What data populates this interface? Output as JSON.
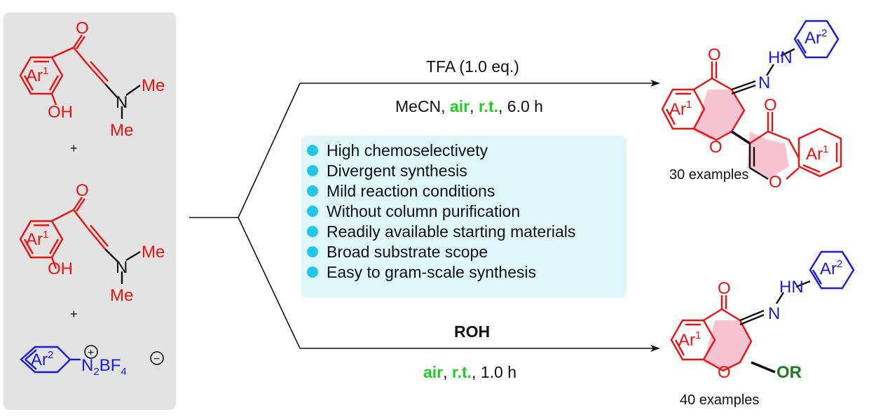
{
  "reactants": {
    "ar1_label": "Ar",
    "ar1_sup": "1",
    "oxo": "O",
    "hydroxy": "OH",
    "nitrogen": "N",
    "methyl": "Me",
    "plus": "+",
    "ar2_label": "Ar",
    "ar2_sup": "2",
    "diazo_n": "N",
    "diazo_sub": "2",
    "diazo_bf": "BF",
    "diazo_sub4": "4",
    "plus_charge": "+",
    "minus_charge": "−"
  },
  "top_route": {
    "reagent": "TFA (1.0 eq.)",
    "solvent": "MeCN,",
    "air": "air",
    "comma1": ",",
    "rt": "r.t.",
    "time": ", 6.0 h",
    "examples": "30 examples"
  },
  "bottom_route": {
    "reagent": "ROH",
    "air": "air",
    "comma1": ",",
    "rt": "r.t.",
    "time": ", 1.0 h",
    "examples": "40 examples",
    "or_group": "OR"
  },
  "product_labels": {
    "o": "O",
    "hn": "HN",
    "n": "N",
    "ar1": "Ar",
    "ar1_sup": "1",
    "ar2": "Ar",
    "ar2_sup": "2"
  },
  "features": [
    "High chemoselectivety",
    "Divergent synthesis",
    "Mild reaction conditions",
    "Without column purification",
    "Readily available starting materials",
    "Broad substrate scope",
    "Easy to gram-scale synthesis"
  ],
  "colors": {
    "panel_bg": "#e3e3e3",
    "feature_box": "#dff7fb",
    "bullet": "#22c6e8",
    "red": "#ee1111",
    "blue": "#1a1ae6",
    "green": "#22cc22",
    "dark_green": "#1e7a1e"
  }
}
